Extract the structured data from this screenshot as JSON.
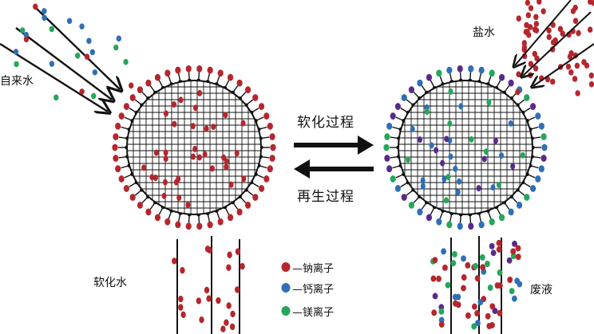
{
  "labels": {
    "tap_water": "自来水",
    "brine": "盐水",
    "softening": "软化过程",
    "regeneration": "再生过程",
    "softened_water": "软化水",
    "waste_liquid": "废液"
  },
  "legend": [
    {
      "label": "—钠离子",
      "color": "#b5262d"
    },
    {
      "label": "—钙离子",
      "color": "#2f6fb8"
    },
    {
      "label": "—镁离子",
      "color": "#25a65a"
    }
  ],
  "colors": {
    "sodium": "#b5262d",
    "calcium": "#2f6fb8",
    "magnesium": "#25a65a",
    "purple_ion": "#5a2a8a",
    "grid": "#111111"
  }
}
